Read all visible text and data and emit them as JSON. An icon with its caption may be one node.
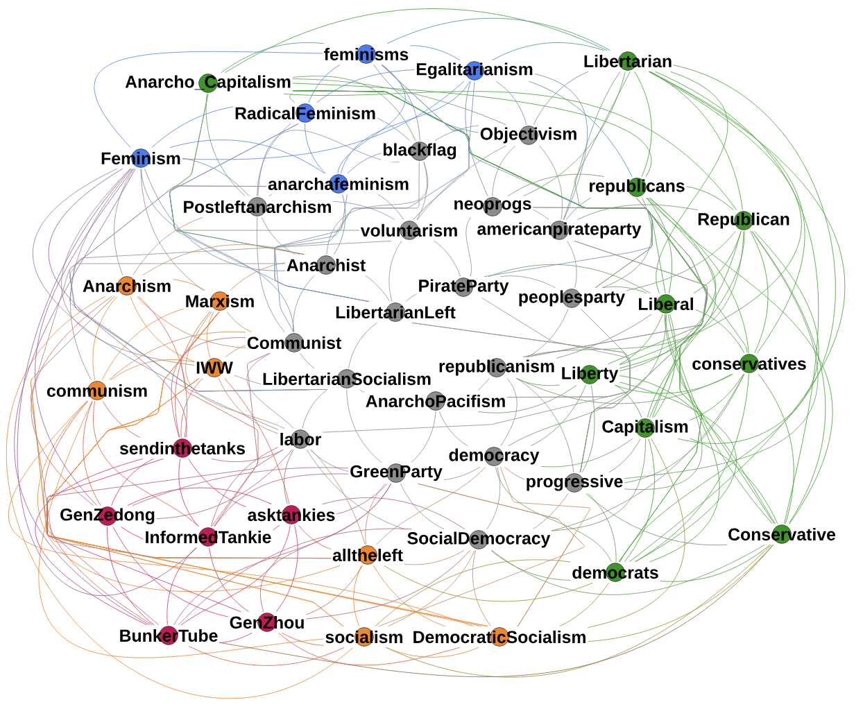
{
  "diagram": {
    "nodes": [
      {
        "text": [
          "feminisms"
        ]
      },
      {
        "text": [
          "Libertarian"
        ]
      },
      {
        "text": [
          "Egalitarianism"
        ]
      },
      {
        "text": [
          "Anarcho_Capitalism"
        ]
      },
      {
        "text": [
          "RadicalFeminism"
        ]
      },
      {
        "text": [
          "Objectivism"
        ]
      },
      {
        "text": [
          "blackflag"
        ]
      },
      {
        "text": [
          "Feminism"
        ]
      },
      {
        "text": [
          "anarchafeminism"
        ]
      },
      {
        "text": [
          "republicans"
        ]
      },
      {
        "text": [
          "Postleftanarchism"
        ]
      },
      {
        "text": [
          "neoprogs"
        ]
      },
      {
        "text": [
          "Republican"
        ]
      },
      {
        "text": [
          "voluntarism"
        ]
      },
      {
        "text": [
          "americanpirateparty"
        ]
      },
      {
        "text": [
          "Anarchist"
        ]
      },
      {
        "text": [
          "Anarchism"
        ]
      },
      {
        "text": [
          "PirateParty"
        ]
      },
      {
        "text": [
          "peoplesparty"
        ]
      },
      {
        "text": [
          "Marxism"
        ]
      },
      {
        "text": [
          "Liberal"
        ]
      },
      {
        "text": [
          "LibertarianLeft"
        ]
      },
      {
        "text": [
          "Communist"
        ]
      },
      {
        "text": [
          "conservatives"
        ]
      },
      {
        "text": [
          "IWW"
        ]
      },
      {
        "text": [
          "republicanism"
        ]
      },
      {
        "text": [
          "Liberty"
        ]
      },
      {
        "text": [
          "LibertarianSocialism"
        ]
      },
      {
        "text": [
          "communism"
        ]
      },
      {
        "text": [
          "AnarchoPacifism"
        ]
      },
      {
        "text": [
          "Capitalism"
        ]
      },
      {
        "text": [
          "labor"
        ]
      },
      {
        "text": [
          "sendinthetanks"
        ]
      },
      {
        "text": [
          "democracy"
        ]
      },
      {
        "text": [
          "GreenParty"
        ]
      },
      {
        "text": [
          "progressive"
        ]
      },
      {
        "text": [
          "GenZedong"
        ]
      },
      {
        "text": [
          "InformedTankie"
        ]
      },
      {
        "text": [
          "asktankies"
        ]
      },
      {
        "text": [
          "Conservative"
        ]
      },
      {
        "text": [
          "SocialDemocracy"
        ]
      },
      {
        "text": [
          "alltheleft"
        ]
      },
      {
        "text": [
          "democrats"
        ]
      },
      {
        "text": [
          "GenZhou"
        ]
      },
      {
        "text": [
          "socialism"
        ]
      },
      {
        "text": [
          "DemocraticSocialism"
        ]
      },
      {
        "text": [
          "BunkerTube"
        ]
      }
    ],
    "edges": [
      {
        "from": 0,
        "to": 2,
        "arrow": "none",
        "color": "#5c8ae2"
      },
      {
        "from": 0,
        "to": 4,
        "arrow": "none",
        "color": "#5c8ae2"
      },
      {
        "from": 0,
        "to": 7,
        "arrow": "none",
        "color": "#5c8ae2"
      },
      {
        "from": 0,
        "to": 8,
        "arrow": "none",
        "color": "#5c8ae2"
      },
      {
        "from": 2,
        "to": 4,
        "arrow": "none",
        "color": "#5c8ae2"
      },
      {
        "from": 2,
        "to": 7,
        "arrow": "none",
        "color": "#5c8ae2"
      },
      {
        "from": 2,
        "to": 8,
        "arrow": "none",
        "color": "#5c8ae2"
      },
      {
        "from": 4,
        "to": 7,
        "arrow": "none",
        "color": "#5c8ae2"
      },
      {
        "from": 4,
        "to": 8,
        "arrow": "none",
        "color": "#5c8ae2"
      },
      {
        "from": 7,
        "to": 8,
        "arrow": "none",
        "color": "#5c8ae2"
      },
      {
        "from": 1,
        "to": 3,
        "arrow": "none",
        "color": "#4ea63c"
      },
      {
        "from": 1,
        "to": 9,
        "arrow": "none",
        "color": "#4ea63c"
      },
      {
        "from": 1,
        "to": 12,
        "arrow": "none",
        "color": "#4ea63c"
      },
      {
        "from": 1,
        "to": 20,
        "arrow": "none",
        "color": "#4ea63c"
      },
      {
        "from": 1,
        "to": 23,
        "arrow": "none",
        "color": "#4ea63c"
      },
      {
        "from": 1,
        "to": 26,
        "arrow": "none",
        "color": "#4ea63c"
      },
      {
        "from": 1,
        "to": 30,
        "arrow": "none",
        "color": "#4ea63c"
      },
      {
        "from": 1,
        "to": 39,
        "arrow": "none",
        "color": "#4ea63c"
      },
      {
        "from": 1,
        "to": 42,
        "arrow": "none",
        "color": "#4ea63c"
      },
      {
        "from": 3,
        "to": 9,
        "arrow": "none",
        "color": "#4ea63c"
      },
      {
        "from": 3,
        "to": 12,
        "arrow": "none",
        "color": "#4ea63c"
      },
      {
        "from": 3,
        "to": 20,
        "arrow": "none",
        "color": "#4ea63c"
      },
      {
        "from": 3,
        "to": 23,
        "arrow": "none",
        "color": "#4ea63c"
      },
      {
        "from": 3,
        "to": 26,
        "arrow": "none",
        "color": "#4ea63c"
      },
      {
        "from": 3,
        "to": 30,
        "arrow": "none",
        "color": "#4ea63c"
      },
      {
        "from": 3,
        "to": 39,
        "arrow": "none",
        "color": "#4ea63c"
      },
      {
        "from": 3,
        "to": 42,
        "arrow": "none",
        "color": "#4ea63c"
      },
      {
        "from": 9,
        "to": 12,
        "arrow": "none",
        "color": "#4ea63c"
      },
      {
        "from": 9,
        "to": 20,
        "arrow": "none",
        "color": "#4ea63c"
      },
      {
        "from": 9,
        "to": 23,
        "arrow": "none",
        "color": "#4ea63c"
      },
      {
        "from": 9,
        "to": 26,
        "arrow": "none",
        "color": "#4ea63c"
      },
      {
        "from": 9,
        "to": 30,
        "arrow": "none",
        "color": "#4ea63c"
      },
      {
        "from": 9,
        "to": 39,
        "arrow": "none",
        "color": "#4ea63c"
      },
      {
        "from": 9,
        "to": 42,
        "arrow": "none",
        "color": "#4ea63c"
      },
      {
        "from": 12,
        "to": 20,
        "arrow": "none",
        "color": "#4ea63c"
      },
      {
        "from": 12,
        "to": 23,
        "arrow": "none",
        "color": "#4ea63c"
      },
      {
        "from": 12,
        "to": 26,
        "arrow": "none",
        "color": "#4ea63c"
      },
      {
        "from": 12,
        "to": 30,
        "arrow": "none",
        "color": "#4ea63c"
      },
      {
        "from": 12,
        "to": 39,
        "arrow": "none",
        "color": "#4ea63c"
      },
      {
        "from": 12,
        "to": 42,
        "arrow": "none",
        "color": "#4ea63c"
      },
      {
        "from": 20,
        "to": 23,
        "arrow": "none",
        "color": "#4ea63c"
      },
      {
        "from": 20,
        "to": 26,
        "arrow": "none",
        "color": "#4ea63c"
      },
      {
        "from": 20,
        "to": 30,
        "arrow": "none",
        "color": "#4ea63c"
      },
      {
        "from": 20,
        "to": 39,
        "arrow": "none",
        "color": "#4ea63c"
      },
      {
        "from": 20,
        "to": 42,
        "arrow": "none",
        "color": "#4ea63c"
      },
      {
        "from": 23,
        "to": 26,
        "arrow": "none",
        "color": "#4ea63c"
      },
      {
        "from": 23,
        "to": 30,
        "arrow": "none",
        "color": "#4ea63c"
      },
      {
        "from": 23,
        "to": 39,
        "arrow": "none",
        "color": "#4ea63c"
      },
      {
        "from": 23,
        "to": 42,
        "arrow": "none",
        "color": "#4ea63c"
      },
      {
        "from": 26,
        "to": 30,
        "arrow": "none",
        "color": "#4ea63c"
      },
      {
        "from": 26,
        "to": 39,
        "arrow": "none",
        "color": "#4ea63c"
      },
      {
        "from": 26,
        "to": 42,
        "arrow": "none",
        "color": "#4ea63c"
      },
      {
        "from": 30,
        "to": 39,
        "arrow": "none",
        "color": "#4ea63c"
      },
      {
        "from": 30,
        "to": 42,
        "arrow": "none",
        "color": "#4ea63c"
      },
      {
        "from": 39,
        "to": 42,
        "arrow": "none",
        "color": "#4ea63c"
      },
      {
        "from": 16,
        "to": 19,
        "arrow": "none",
        "color": "#ec8c38"
      },
      {
        "from": 16,
        "to": 24,
        "arrow": "none",
        "color": "#ec8c38"
      },
      {
        "from": 16,
        "to": 28,
        "arrow": "none",
        "color": "#ec8c38"
      },
      {
        "from": 16,
        "to": 41,
        "arrow": "none",
        "color": "#ec8c38"
      },
      {
        "from": 16,
        "to": 44,
        "arrow": "none",
        "color": "#ec8c38"
      },
      {
        "from": 16,
        "to": 45,
        "arrow": "none",
        "color": "#ec8c38"
      },
      {
        "from": 19,
        "to": 24,
        "arrow": "none",
        "color": "#ec8c38"
      },
      {
        "from": 19,
        "to": 28,
        "arrow": "none",
        "color": "#ec8c38"
      },
      {
        "from": 19,
        "to": 41,
        "arrow": "none",
        "color": "#ec8c38"
      },
      {
        "from": 19,
        "to": 44,
        "arrow": "none",
        "color": "#ec8c38"
      },
      {
        "from": 19,
        "to": 45,
        "arrow": "none",
        "color": "#ec8c38"
      },
      {
        "from": 24,
        "to": 28,
        "arrow": "none",
        "color": "#ec8c38"
      },
      {
        "from": 24,
        "to": 41,
        "arrow": "none",
        "color": "#ec8c38"
      },
      {
        "from": 24,
        "to": 44,
        "arrow": "none",
        "color": "#ec8c38"
      },
      {
        "from": 24,
        "to": 45,
        "arrow": "none",
        "color": "#ec8c38"
      },
      {
        "from": 28,
        "to": 41,
        "arrow": "none",
        "color": "#ec8c38"
      },
      {
        "from": 28,
        "to": 44,
        "arrow": "none",
        "color": "#ec8c38"
      },
      {
        "from": 28,
        "to": 45,
        "arrow": "none",
        "color": "#ec8c38"
      },
      {
        "from": 41,
        "to": 44,
        "arrow": "none",
        "color": "#ec8c38"
      },
      {
        "from": 41,
        "to": 45,
        "arrow": "none",
        "color": "#ec8c38"
      },
      {
        "from": 44,
        "to": 45,
        "arrow": "none",
        "color": "#ec8c38"
      },
      {
        "from": 32,
        "to": 36,
        "arrow": "none",
        "color": "#d43c60"
      },
      {
        "from": 32,
        "to": 37,
        "arrow": "none",
        "color": "#d43c60"
      },
      {
        "from": 32,
        "to": 38,
        "arrow": "none",
        "color": "#d43c60"
      },
      {
        "from": 32,
        "to": 43,
        "arrow": "none",
        "color": "#d43c60"
      },
      {
        "from": 32,
        "to": 46,
        "arrow": "none",
        "color": "#d43c60"
      },
      {
        "from": 36,
        "to": 37,
        "arrow": "none",
        "color": "#d43c60"
      },
      {
        "from": 36,
        "to": 38,
        "arrow": "none",
        "color": "#d43c60"
      },
      {
        "from": 36,
        "to": 43,
        "arrow": "none",
        "color": "#d43c60"
      },
      {
        "from": 36,
        "to": 46,
        "arrow": "none",
        "color": "#d43c60"
      },
      {
        "from": 37,
        "to": 38,
        "arrow": "none",
        "color": "#d43c60"
      },
      {
        "from": 37,
        "to": 43,
        "arrow": "none",
        "color": "#d43c60"
      },
      {
        "from": 37,
        "to": 46,
        "arrow": "none",
        "color": "#d43c60"
      },
      {
        "from": 38,
        "to": 43,
        "arrow": "none",
        "color": "#d43c60"
      },
      {
        "from": 38,
        "to": 46,
        "arrow": "none",
        "color": "#d43c60"
      },
      {
        "from": 43,
        "to": 46,
        "arrow": "none",
        "color": "#d43c60"
      },
      {
        "from": 5,
        "to": 6,
        "arrow": "none"
      },
      {
        "from": 5,
        "to": 11,
        "arrow": "none"
      },
      {
        "from": 5,
        "to": 14,
        "arrow": "none"
      },
      {
        "from": 5,
        "to": 13,
        "arrow": "none"
      },
      {
        "from": 6,
        "to": 10,
        "arrow": "none"
      },
      {
        "from": 6,
        "to": 13,
        "arrow": "none"
      },
      {
        "from": 6,
        "to": 15,
        "arrow": "none"
      },
      {
        "from": 6,
        "to": 21,
        "arrow": "none"
      },
      {
        "from": 10,
        "to": 15,
        "arrow": "none"
      },
      {
        "from": 10,
        "to": 22,
        "arrow": "none"
      },
      {
        "from": 10,
        "to": 13,
        "arrow": "none"
      },
      {
        "from": 11,
        "to": 14,
        "arrow": "none"
      },
      {
        "from": 11,
        "to": 17,
        "arrow": "none"
      },
      {
        "from": 11,
        "to": 18,
        "arrow": "none"
      },
      {
        "from": 11,
        "to": 25,
        "arrow": "none"
      },
      {
        "from": 13,
        "to": 21,
        "arrow": "none"
      },
      {
        "from": 13,
        "to": 17,
        "arrow": "none"
      },
      {
        "from": 13,
        "to": 27,
        "arrow": "none"
      },
      {
        "from": 14,
        "to": 18,
        "arrow": "none"
      },
      {
        "from": 14,
        "to": 25,
        "arrow": "none"
      },
      {
        "from": 14,
        "to": 35,
        "arrow": "none"
      },
      {
        "from": 15,
        "to": 21,
        "arrow": "none"
      },
      {
        "from": 15,
        "to": 22,
        "arrow": "none"
      },
      {
        "from": 15,
        "to": 27,
        "arrow": "none"
      },
      {
        "from": 17,
        "to": 18,
        "arrow": "none"
      },
      {
        "from": 17,
        "to": 21,
        "arrow": "none"
      },
      {
        "from": 17,
        "to": 29,
        "arrow": "none"
      },
      {
        "from": 18,
        "to": 25,
        "arrow": "none"
      },
      {
        "from": 18,
        "to": 35,
        "arrow": "none"
      },
      {
        "from": 21,
        "to": 27,
        "arrow": "none"
      },
      {
        "from": 21,
        "to": 29,
        "arrow": "none"
      },
      {
        "from": 21,
        "to": 31,
        "arrow": "none"
      },
      {
        "from": 22,
        "to": 27,
        "arrow": "none"
      },
      {
        "from": 22,
        "to": 31,
        "arrow": "none"
      },
      {
        "from": 25,
        "to": 29,
        "arrow": "none"
      },
      {
        "from": 25,
        "to": 33,
        "arrow": "none"
      },
      {
        "from": 25,
        "to": 35,
        "arrow": "none"
      },
      {
        "from": 27,
        "to": 29,
        "arrow": "none"
      },
      {
        "from": 27,
        "to": 31,
        "arrow": "none"
      },
      {
        "from": 27,
        "to": 34,
        "arrow": "none"
      },
      {
        "from": 29,
        "to": 33,
        "arrow": "none"
      },
      {
        "from": 29,
        "to": 34,
        "arrow": "none"
      },
      {
        "from": 31,
        "to": 34,
        "arrow": "none"
      },
      {
        "from": 31,
        "to": 40,
        "arrow": "none"
      },
      {
        "from": 33,
        "to": 34,
        "arrow": "none"
      },
      {
        "from": 33,
        "to": 35,
        "arrow": "none"
      },
      {
        "from": 33,
        "to": 40,
        "arrow": "none"
      },
      {
        "from": 34,
        "to": 40,
        "arrow": "none"
      },
      {
        "from": 35,
        "to": 40,
        "arrow": "none"
      },
      {
        "from": 7,
        "to": 16,
        "arrow": "none",
        "color": "#a48b8d"
      },
      {
        "from": 7,
        "to": 19,
        "arrow": "none",
        "color": "#a48b8d"
      },
      {
        "from": 7,
        "to": 24,
        "arrow": "none",
        "color": "#a48b8d"
      },
      {
        "from": 7,
        "to": 28,
        "arrow": "none",
        "color": "#a48b8d"
      },
      {
        "from": 7,
        "to": 32,
        "arrow": "none",
        "color": "#9863a1"
      },
      {
        "from": 7,
        "to": 36,
        "arrow": "none",
        "color": "#9863a1"
      },
      {
        "from": 7,
        "to": 37,
        "arrow": "none",
        "color": "#9863a1"
      },
      {
        "from": 7,
        "to": 46,
        "arrow": "none",
        "color": "#9863a1"
      },
      {
        "from": 7,
        "to": 10,
        "arrow": "none",
        "color": "#7990bc"
      },
      {
        "from": 7,
        "to": 15,
        "arrow": "none",
        "color": "#7990bc"
      },
      {
        "from": 7,
        "to": 22,
        "arrow": "none",
        "color": "#7990bc"
      },
      {
        "from": 7,
        "to": 31,
        "arrow": "none",
        "color": "#7990bc"
      },
      {
        "from": 0,
        "to": 1,
        "arrow": "none",
        "color": "#55988f"
      },
      {
        "from": 0,
        "to": 3,
        "arrow": "none",
        "color": "#55988f"
      },
      {
        "from": 0,
        "to": 5,
        "arrow": "none",
        "color": "#7990bc"
      },
      {
        "from": 0,
        "to": 6,
        "arrow": "none",
        "color": "#7990bc"
      },
      {
        "from": 0,
        "to": 13,
        "arrow": "none",
        "color": "#7990bc"
      },
      {
        "from": 0,
        "to": 21,
        "arrow": "none",
        "color": "#7990bc"
      },
      {
        "from": 2,
        "to": 1,
        "arrow": "none",
        "color": "#55988f"
      },
      {
        "from": 2,
        "to": 5,
        "arrow": "none",
        "color": "#7990bc"
      },
      {
        "from": 2,
        "to": 9,
        "arrow": "none",
        "color": "#55988f"
      },
      {
        "from": 2,
        "to": 11,
        "arrow": "none",
        "color": "#7990bc"
      },
      {
        "from": 2,
        "to": 14,
        "arrow": "none",
        "color": "#7990bc"
      },
      {
        "from": 2,
        "to": 17,
        "arrow": "none",
        "color": "#7990bc"
      },
      {
        "from": 4,
        "to": 3,
        "arrow": "none",
        "color": "#55988f"
      },
      {
        "from": 4,
        "to": 6,
        "arrow": "none",
        "color": "#7990bc"
      },
      {
        "from": 4,
        "to": 10,
        "arrow": "none",
        "color": "#7990bc"
      },
      {
        "from": 4,
        "to": 15,
        "arrow": "none",
        "color": "#7990bc"
      },
      {
        "from": 4,
        "to": 21,
        "arrow": "none",
        "color": "#7990bc"
      },
      {
        "from": 8,
        "to": 6,
        "arrow": "none",
        "color": "#7990bc"
      },
      {
        "from": 8,
        "to": 10,
        "arrow": "none",
        "color": "#7990bc"
      },
      {
        "from": 8,
        "to": 13,
        "arrow": "none",
        "color": "#7990bc"
      },
      {
        "from": 8,
        "to": 15,
        "arrow": "none",
        "color": "#7990bc"
      },
      {
        "from": 8,
        "to": 22,
        "arrow": "none",
        "color": "#7990bc"
      },
      {
        "from": 8,
        "to": 27,
        "arrow": "none",
        "color": "#7990bc"
      },
      {
        "from": 8,
        "to": 41,
        "arrow": "none",
        "color": "#a48b8d"
      },
      {
        "from": 3,
        "to": 5,
        "arrow": "none",
        "color": "#729e69"
      },
      {
        "from": 3,
        "to": 6,
        "arrow": "none",
        "color": "#729e69"
      },
      {
        "from": 3,
        "to": 10,
        "arrow": "none",
        "color": "#729e69"
      },
      {
        "from": 3,
        "to": 13,
        "arrow": "none",
        "color": "#729e69"
      },
      {
        "from": 3,
        "to": 15,
        "arrow": "none",
        "color": "#729e69"
      },
      {
        "from": 1,
        "to": 5,
        "arrow": "none",
        "color": "#729e69"
      },
      {
        "from": 1,
        "to": 11,
        "arrow": "none",
        "color": "#729e69"
      },
      {
        "from": 1,
        "to": 14,
        "arrow": "none",
        "color": "#729e69"
      },
      {
        "from": 1,
        "to": 18,
        "arrow": "none",
        "color": "#729e69"
      },
      {
        "from": 9,
        "to": 11,
        "arrow": "none",
        "color": "#729e69"
      },
      {
        "from": 9,
        "to": 14,
        "arrow": "none",
        "color": "#729e69"
      },
      {
        "from": 9,
        "to": 18,
        "arrow": "none",
        "color": "#729e69"
      },
      {
        "from": 9,
        "to": 35,
        "arrow": "none",
        "color": "#729e69"
      },
      {
        "from": 12,
        "to": 14,
        "arrow": "none",
        "color": "#729e69"
      },
      {
        "from": 12,
        "to": 18,
        "arrow": "none",
        "color": "#729e69"
      },
      {
        "from": 12,
        "to": 25,
        "arrow": "none",
        "color": "#729e69"
      },
      {
        "from": 12,
        "to": 35,
        "arrow": "none",
        "color": "#729e69"
      },
      {
        "from": 20,
        "to": 17,
        "arrow": "none",
        "color": "#729e69"
      },
      {
        "from": 20,
        "to": 18,
        "arrow": "none",
        "color": "#729e69"
      },
      {
        "from": 20,
        "to": 25,
        "arrow": "none",
        "color": "#729e69"
      },
      {
        "from": 20,
        "to": 33,
        "arrow": "none",
        "color": "#729e69"
      },
      {
        "from": 20,
        "to": 35,
        "arrow": "none",
        "color": "#729e69"
      },
      {
        "from": 23,
        "to": 25,
        "arrow": "none",
        "color": "#729e69"
      },
      {
        "from": 23,
        "to": 35,
        "arrow": "none",
        "color": "#729e69"
      },
      {
        "from": 23,
        "to": 40,
        "arrow": "none",
        "color": "#729e69"
      },
      {
        "from": 26,
        "to": 25,
        "arrow": "none",
        "color": "#729e69"
      },
      {
        "from": 26,
        "to": 29,
        "arrow": "none",
        "color": "#729e69"
      },
      {
        "from": 26,
        "to": 33,
        "arrow": "none",
        "color": "#729e69"
      },
      {
        "from": 26,
        "to": 35,
        "arrow": "none",
        "color": "#729e69"
      },
      {
        "from": 30,
        "to": 33,
        "arrow": "none",
        "color": "#729e69"
      },
      {
        "from": 30,
        "to": 35,
        "arrow": "none",
        "color": "#729e69"
      },
      {
        "from": 30,
        "to": 40,
        "arrow": "none",
        "color": "#729e69"
      },
      {
        "from": 30,
        "to": 45,
        "arrow": "none",
        "color": "#9d993a"
      },
      {
        "from": 39,
        "to": 35,
        "arrow": "none",
        "color": "#729e69"
      },
      {
        "from": 39,
        "to": 40,
        "arrow": "none",
        "color": "#729e69"
      },
      {
        "from": 39,
        "to": 45,
        "arrow": "none",
        "color": "#9d993a"
      },
      {
        "from": 39,
        "to": 44,
        "arrow": "none",
        "color": "#9d993a"
      },
      {
        "from": 39,
        "to": 46,
        "arrow": "none",
        "color": "#91714e"
      },
      {
        "from": 42,
        "to": 33,
        "arrow": "none",
        "color": "#729e69"
      },
      {
        "from": 42,
        "to": 35,
        "arrow": "none",
        "color": "#729e69"
      },
      {
        "from": 42,
        "to": 40,
        "arrow": "none",
        "color": "#729e69"
      },
      {
        "from": 42,
        "to": 41,
        "arrow": "none",
        "color": "#9d993a"
      },
      {
        "from": 42,
        "to": 44,
        "arrow": "none",
        "color": "#9d993a"
      },
      {
        "from": 42,
        "to": 45,
        "arrow": "none",
        "color": "#9d993a"
      },
      {
        "from": 16,
        "to": 10,
        "arrow": "none",
        "color": "#c19167"
      },
      {
        "from": 16,
        "to": 15,
        "arrow": "none",
        "color": "#c19167"
      },
      {
        "from": 16,
        "to": 22,
        "arrow": "none",
        "color": "#c19167"
      },
      {
        "from": 16,
        "to": 32,
        "arrow": "none",
        "color": "#e0644c"
      },
      {
        "from": 16,
        "to": 36,
        "arrow": "none",
        "color": "#e0644c"
      },
      {
        "from": 19,
        "to": 15,
        "arrow": "none",
        "color": "#c19167"
      },
      {
        "from": 19,
        "to": 22,
        "arrow": "none",
        "color": "#c19167"
      },
      {
        "from": 19,
        "to": 31,
        "arrow": "none",
        "color": "#c19167"
      },
      {
        "from": 19,
        "to": 32,
        "arrow": "none",
        "color": "#e0644c"
      },
      {
        "from": 19,
        "to": 37,
        "arrow": "none",
        "color": "#e0644c"
      },
      {
        "from": 24,
        "to": 22,
        "arrow": "none",
        "color": "#c19167"
      },
      {
        "from": 24,
        "to": 27,
        "arrow": "none",
        "color": "#c19167"
      },
      {
        "from": 24,
        "to": 31,
        "arrow": "none",
        "color": "#c19167"
      },
      {
        "from": 24,
        "to": 32,
        "arrow": "none",
        "color": "#e0644c"
      },
      {
        "from": 24,
        "to": 38,
        "arrow": "none",
        "color": "#e0644c"
      },
      {
        "from": 28,
        "to": 22,
        "arrow": "none",
        "color": "#c19167"
      },
      {
        "from": 28,
        "to": 32,
        "arrow": "none",
        "color": "#e0644c"
      },
      {
        "from": 28,
        "to": 36,
        "arrow": "none",
        "color": "#e0644c"
      },
      {
        "from": 28,
        "to": 37,
        "arrow": "none",
        "color": "#e0644c"
      },
      {
        "from": 28,
        "to": 46,
        "arrow": "none",
        "color": "#e0644c"
      },
      {
        "from": 41,
        "to": 31,
        "arrow": "none",
        "color": "#c19167"
      },
      {
        "from": 41,
        "to": 33,
        "arrow": "none",
        "color": "#c19167"
      },
      {
        "from": 41,
        "to": 34,
        "arrow": "none",
        "color": "#c19167"
      },
      {
        "from": 41,
        "to": 38,
        "arrow": "none",
        "color": "#e0644c"
      },
      {
        "from": 41,
        "to": 40,
        "arrow": "none",
        "color": "#c19167"
      },
      {
        "from": 41,
        "to": 43,
        "arrow": "none",
        "color": "#e0644c"
      },
      {
        "from": 44,
        "to": 34,
        "arrow": "none",
        "color": "#c19167"
      },
      {
        "from": 44,
        "to": 40,
        "arrow": "none",
        "color": "#c19167"
      },
      {
        "from": 44,
        "to": 43,
        "arrow": "none",
        "color": "#e0644c"
      },
      {
        "from": 44,
        "to": 46,
        "arrow": "none",
        "color": "#e0644c"
      },
      {
        "from": 45,
        "to": 33,
        "arrow": "none",
        "color": "#c19167"
      },
      {
        "from": 45,
        "to": 34,
        "arrow": "none",
        "color": "#c19167"
      },
      {
        "from": 45,
        "to": 40,
        "arrow": "none",
        "color": "#c19167"
      },
      {
        "from": 45,
        "to": 43,
        "arrow": "none",
        "color": "#e0644c"
      },
      {
        "from": 32,
        "to": 22,
        "arrow": "none",
        "color": "#b5697b"
      },
      {
        "from": 32,
        "to": 31,
        "arrow": "none",
        "color": "#b5697b"
      },
      {
        "from": 36,
        "to": 31,
        "arrow": "none",
        "color": "#b5697b"
      },
      {
        "from": 36,
        "to": 34,
        "arrow": "none",
        "color": "#b5697b"
      },
      {
        "from": 37,
        "to": 22,
        "arrow": "none",
        "color": "#b5697b"
      },
      {
        "from": 37,
        "to": 31,
        "arrow": "none",
        "color": "#b5697b"
      },
      {
        "from": 37,
        "to": 34,
        "arrow": "none",
        "color": "#b5697b"
      },
      {
        "from": 38,
        "to": 31,
        "arrow": "none",
        "color": "#b5697b"
      },
      {
        "from": 38,
        "to": 34,
        "arrow": "none",
        "color": "#b5697b"
      },
      {
        "from": 38,
        "to": 40,
        "arrow": "none",
        "color": "#b5697b"
      },
      {
        "from": 43,
        "to": 34,
        "arrow": "none",
        "color": "#b5697b"
      },
      {
        "from": 43,
        "to": 40,
        "arrow": "none",
        "color": "#b5697b"
      },
      {
        "from": 46,
        "to": 31,
        "arrow": "none",
        "color": "#b5697b"
      },
      {
        "from": 46,
        "to": 34,
        "arrow": "none",
        "color": "#b5697b"
      },
      {
        "from": 46,
        "to": 40,
        "arrow": "none",
        "color": "#b5697b"
      }
    ]
  }
}
